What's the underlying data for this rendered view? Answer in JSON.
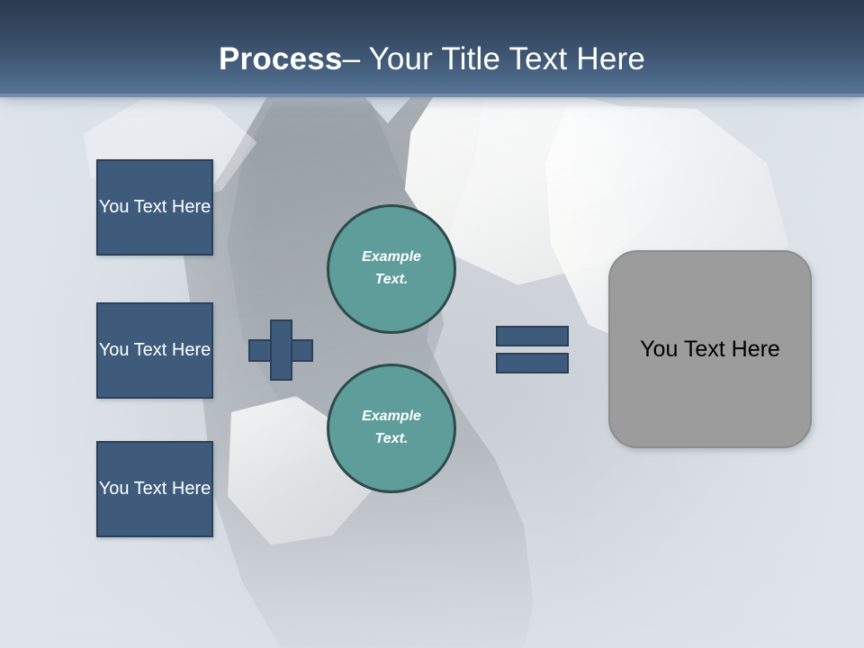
{
  "slide": {
    "title": {
      "strong": "Process",
      "rest": " – Your Title Text Here"
    },
    "background": {
      "base_color": "#dde3e9",
      "description": "faded photograph of a dancing figure with white flowing fabric"
    }
  },
  "header": {
    "gradient_top": "#2a3b50",
    "gradient_bottom": "#5b7897",
    "text_color": "#ffffff"
  },
  "inputs": {
    "accent_color": "#3e5b7c",
    "border_color": "#2b4059",
    "text_color": "#ffffff",
    "boxes": [
      {
        "label": "You Text Here"
      },
      {
        "label": "You Text Here"
      },
      {
        "label": "You Text Here"
      }
    ]
  },
  "operators": {
    "plus": {
      "symbol": "+",
      "name": "plus-operator",
      "color": "#3e5b7c"
    },
    "equals": {
      "symbol": "=",
      "name": "equals-operator",
      "color": "#3e5b7c"
    }
  },
  "circles": {
    "fill_color": "#5e9d99",
    "border_color": "#2d4b4a",
    "text_color": "#ffffff",
    "items": [
      {
        "line1": "Example",
        "line2": "Text."
      },
      {
        "line1": "Example",
        "line2": "Text."
      }
    ]
  },
  "result": {
    "label": "You Text Here",
    "fill_color": "#9c9c9c",
    "border_color": "#8b8b8b",
    "text_color": "#000000"
  }
}
